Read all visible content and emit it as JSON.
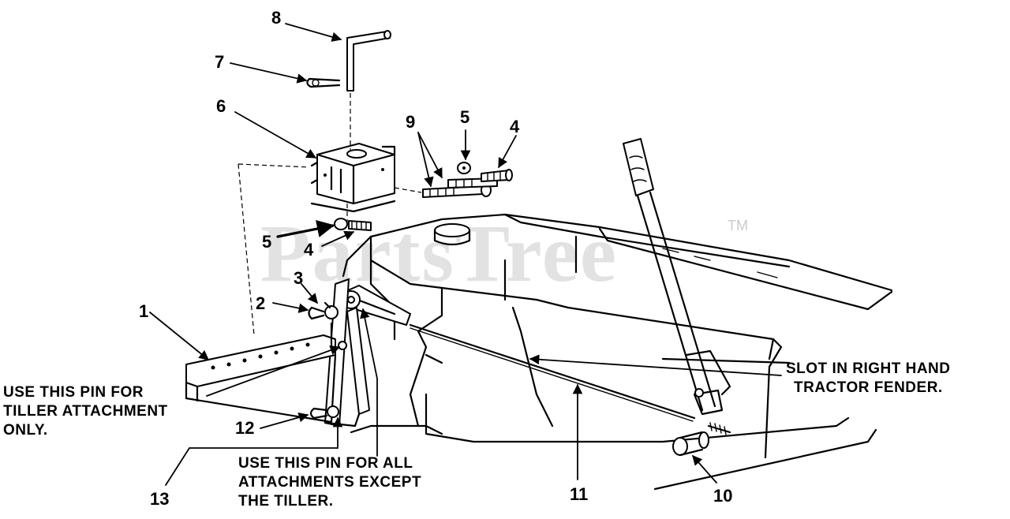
{
  "watermark": {
    "text": "PartsTree",
    "trademark": "TM"
  },
  "callouts": {
    "c1": "1",
    "c2": "2",
    "c3": "3",
    "c4a": "4",
    "c4b": "4",
    "c5a": "5",
    "c5b": "5",
    "c6": "6",
    "c7": "7",
    "c8": "8",
    "c9": "9",
    "c10": "10",
    "c11": "11",
    "c12": "12",
    "c13": "13"
  },
  "notes": {
    "tiller_pin": [
      "USE THIS PIN FOR",
      "TILLER ATTACHMENT",
      "ONLY."
    ],
    "all_pin": [
      "USE THIS PIN FOR ALL",
      "ATTACHMENTS EXCEPT",
      "THE TILLER."
    ],
    "slot": [
      "SLOT IN RIGHT HAND",
      "TRACTOR FENDER."
    ]
  }
}
